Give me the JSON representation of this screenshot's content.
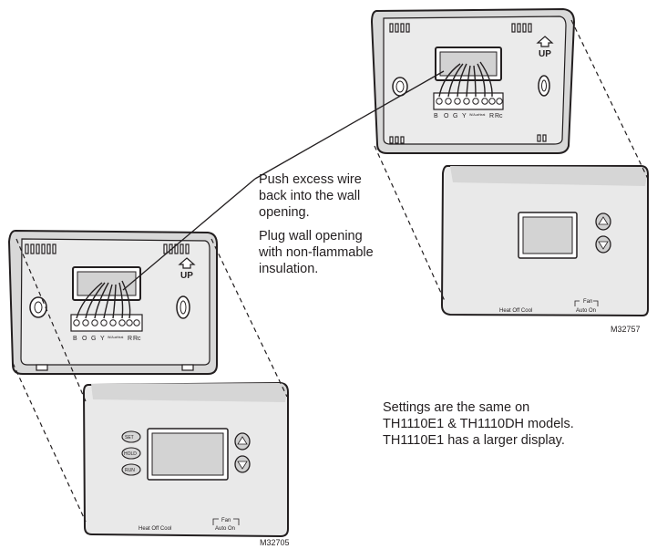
{
  "callout": {
    "push_lines": [
      "Push excess wire",
      "back into the wall",
      "opening."
    ],
    "plug_lines": [
      "Plug wall opening",
      "with non-flammable",
      "insulation."
    ]
  },
  "note_lines": [
    "Settings are the same on",
    "TH1110E1 & TH1110DH models.",
    "TH1110E1 has a larger display."
  ],
  "figure_codes": {
    "left": "M32705",
    "right": "M32757"
  },
  "labels": {
    "up": "UP",
    "terminals": [
      "B",
      "O",
      "G",
      "Y",
      "R",
      "Rc"
    ],
    "small_terminals": [
      "W",
      "Aux",
      "Heat",
      "Cool"
    ],
    "buttons": [
      "SET",
      "HOLD",
      "RUN"
    ],
    "system_switch": "Heat  Off  Cool",
    "fan_title": "Fan",
    "fan_switch": "Auto  On"
  },
  "colors": {
    "line": "#231f20",
    "fill_gray": "#e6e6e6",
    "fill_dark": "#c9c9c9",
    "fill_light": "#efefef"
  }
}
